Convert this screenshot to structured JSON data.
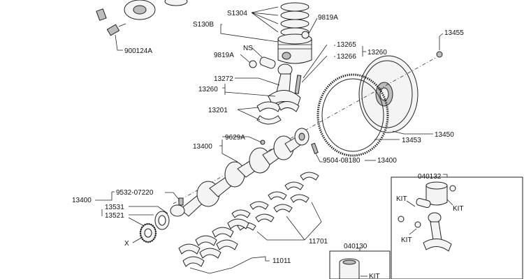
{
  "diagram": {
    "callouts": {
      "c_900124A": "900124A",
      "c_S1304": "S1304",
      "c_S130B": "S130B",
      "c_9819A_top": "9819A",
      "c_NS": "NS",
      "c_9819A_left": "9819A",
      "c_13265": "13265",
      "c_13266": "13266",
      "c_13260_right": "13260",
      "c_13455": "13455",
      "c_13272": "13272",
      "c_13260_left": "13260",
      "c_13201": "13201",
      "c_13450": "13450",
      "c_13453": "13453",
      "c_9629A": "9629A",
      "c_13400_mid": "13400",
      "c_9504": "9504-08180",
      "c_13400_right": "13400",
      "c_040132": "040132",
      "c_9532": "9532-07220",
      "c_13400_left": "13400",
      "c_KIT_a": "KIT",
      "c_KIT_b": "KIT",
      "c_13531": "13531",
      "c_13521": "13521",
      "c_KIT_c": "KIT",
      "c_X": "X",
      "c_11701": "11701",
      "c_040130": "040130",
      "c_11011": "11011",
      "c_KIT_d": "KIT"
    }
  }
}
